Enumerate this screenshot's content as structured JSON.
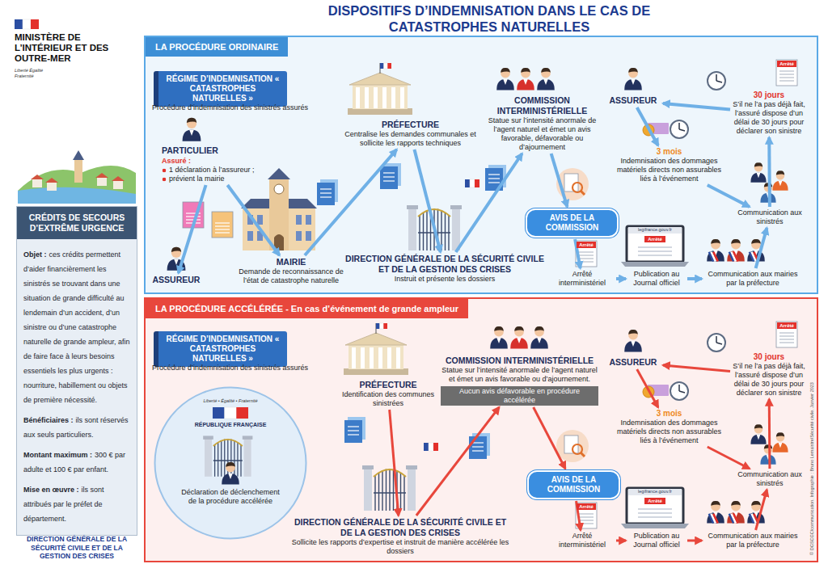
{
  "diagram": {
    "title": "DISPOSITIFS D’INDEMNISATION DANS LE CAS DE CATASTROPHES NATURELLES",
    "nodes": [
      {
        "text": [
          "CRÉDITS DE SECOURS D’EXTRÊME URGENCE",
          "Objet :",
          "ces crédits permettent d’aider financièrement les sinistrés se trouvant dans une situation de grande difficulté au lendemain d’un accident, d’un sinistre ou d’une catastrophe naturelle de grande ampleur, afin de faire face à leurs besoins essentiels les plus urgents : nourriture, habillement ou objets de première nécessité.",
          "Bénéficiaires :",
          "ils sont réservés aux seuls particuliers.",
          "Montant maximum :",
          "300 € par adulte et 100 € par enfant.",
          "Mise en œuvre :",
          "ils sont attribués par le préfet de département."
        ]
      },
      {
        "text": [
          "LA PROCÉDURE ORDINAIRE"
        ]
      },
      {
        "text": [
          "RÉGIME D’INDEMNISATION « CATASTROPHES NATURELLES »"
        ],
        "in": 1
      },
      {
        "text": [
          "PARTICULIER",
          "Assuré :",
          "1 déclaration à l’assureur ;",
          "prévient la mairie"
        ],
        "in": 1
      },
      {
        "text": [
          "ASSUREUR"
        ],
        "in": 1
      },
      {
        "text": [
          "MAIRIE",
          "Demande de reconnaissance de l’état de catastrophe naturelle"
        ],
        "in": 1
      },
      {
        "text": [
          "PRÉFECTURE",
          "Centralise les demandes communales et sollicite les rapports techniques"
        ],
        "in": 1
      },
      {
        "text": [
          "DIRECTION GÉNÉRALE DE LA SÉCURITÉ CIVILE ET DE LA GESTION DES CRISES",
          "Instruit et présente les dossiers"
        ],
        "in": 1
      },
      {
        "text": [
          "COMMISSION INTERMINISTÉRIELLE",
          "Statue sur l’intensité anormale de l’agent naturel et émet un avis favorable, défavorable ou d’ajournement"
        ],
        "in": 1
      },
      {
        "text": [
          "AVIS DE LA COMMISSION"
        ],
        "in": 1
      },
      {
        "text": [
          "Arrêté interministériel"
        ],
        "in": 1
      },
      {
        "text": [
          "Publication au Journal officiel"
        ],
        "in": 1
      },
      {
        "text": [
          "Communication aux mairies par la préfecture"
        ],
        "in": 1
      },
      {
        "text": [
          "Communication aux sinistrés"
        ],
        "in": 1
      },
      {
        "text": [
          "ASSUREUR"
        ],
        "in": 1
      },
      {
        "text": [
          "30 jours",
          "S’il ne l’a pas déjà fait, l’assuré dispose d’un délai de 30 jours pour déclarer son sinistre"
        ],
        "in": 1
      },
      {
        "text": [
          "3 mois",
          "Indemnisation des dommages matériels directs non assurables liés à l’événement"
        ],
        "in": 1
      },
      {
        "text": [
          "LA PROCÉDURE ACCÉLÉRÉE - En cas d’événement de grande ampleur"
        ]
      },
      {
        "text": [
          "RÉGIME D’INDEMNISATION « CATASTROPHES NATURELLES »"
        ],
        "in": 17
      },
      {
        "text": [
          "Déclaration de déclenchement de la procédure accélérée"
        ],
        "in": 17
      },
      {
        "text": [
          "PRÉFECTURE",
          "Identification des communes sinistrées"
        ],
        "in": 17
      },
      {
        "text": [
          "DIRECTION GÉNÉRALE DE LA SÉCURITÉ CIVILE ET DE LA GESTION DES CRISES",
          "Sollicite les rapports d’expertise et instruit de manière accélérée les dossiers"
        ],
        "in": 17
      },
      {
        "text": [
          "COMMISSION INTERMINISTÉRIELLE",
          "Statue sur l’intensité anormale de l’agent naturel et émet un avis favorable ou d’ajournement.",
          "Aucun avis défavorable en procédure accélérée"
        ],
        "in": 17
      },
      {
        "text": [
          "AVIS DE LA COMMISSION"
        ],
        "in": 17
      },
      {
        "text": [
          "Arrêté interministériel"
        ],
        "in": 17
      },
      {
        "text": [
          "Publication au Journal officiel"
        ],
        "in": 17
      },
      {
        "text": [
          "Communication aux mairies par la préfecture"
        ],
        "in": 17
      },
      {
        "text": [
          "Communication aux sinistrés"
        ],
        "in": 17
      },
      {
        "text": [
          "ASSUREUR"
        ],
        "in": 17
      },
      {
        "text": [
          "30 jours",
          "S’il ne l’a pas déjà fait, l’assuré dispose d’un délai de 30 jours pour déclarer son sinistre"
        ],
        "in": 17
      },
      {
        "text": [
          "3 mois",
          "Indemnisation des dommages matériels directs non assurables liés à l’événement"
        ],
        "in": 17
      }
    ],
    "edges": [
      {
        "from": 3,
        "to": 4,
        "arrow": "to"
      },
      {
        "from": 3,
        "to": 5,
        "arrow": "to"
      },
      {
        "from": 5,
        "to": 6,
        "arrow": "to"
      },
      {
        "from": 6,
        "to": 7,
        "arrow": "to"
      },
      {
        "from": 7,
        "to": 8,
        "arrow": "to"
      },
      {
        "from": 8,
        "to": 9,
        "arrow": "to"
      },
      {
        "from": 9,
        "to": 10,
        "arrow": "to"
      },
      {
        "from": 10,
        "to": 11,
        "arrow": "to"
      },
      {
        "from": 11,
        "to": 12,
        "arrow": "to"
      },
      {
        "from": 12,
        "to": 13,
        "arrow": "to"
      },
      {
        "from": 13,
        "to": 15,
        "arrow": "to"
      },
      {
        "from": 15,
        "to": 14,
        "arrow": "to"
      },
      {
        "from": 14,
        "to": 16,
        "arrow": "to"
      },
      {
        "from": 16,
        "to": 13,
        "arrow": "to"
      },
      {
        "from": 20,
        "to": 21,
        "arrow": "to"
      },
      {
        "from": 21,
        "to": 22,
        "arrow": "to"
      },
      {
        "from": 22,
        "to": 23,
        "arrow": "to"
      },
      {
        "from": 23,
        "to": 24,
        "arrow": "to"
      },
      {
        "from": 24,
        "to": 25,
        "arrow": "to"
      },
      {
        "from": 25,
        "to": 26,
        "arrow": "to"
      },
      {
        "from": 26,
        "to": 27,
        "arrow": "to"
      },
      {
        "from": 27,
        "to": 29,
        "arrow": "to"
      },
      {
        "from": 29,
        "to": 28,
        "arrow": "to"
      },
      {
        "from": 28,
        "to": 30,
        "arrow": "to"
      },
      {
        "from": 30,
        "to": 27,
        "arrow": "to"
      }
    ],
    "labels": [
      "MINISTÈRE DE L’INTÉRIEUR ET DES OUTRE-MER",
      "Liberté Égalité Fraternité",
      "Procédure d’indemnisation des sinistrés assurés",
      "Arrêté",
      "Arrêté",
      "legifrance.gouv.fr",
      "Arrêté",
      "Procédure d’indemnisation des sinistrés assurés",
      "Liberté • Égalité • Fraternité",
      "RÉPUBLIQUE FRANÇAISE",
      "Arrêté",
      "Arrêté",
      "legifrance.gouv.fr",
      "Arrêté",
      "DIRECTION GÉNÉRALE DE LA SÉCURITÉ CIVILE ET DE LA GESTION DES CRISES",
      "© DGSCGC/communication. Infographie : Bruno Lemaistre/Sécurité civile. Janvier 2023"
    ]
  }
}
